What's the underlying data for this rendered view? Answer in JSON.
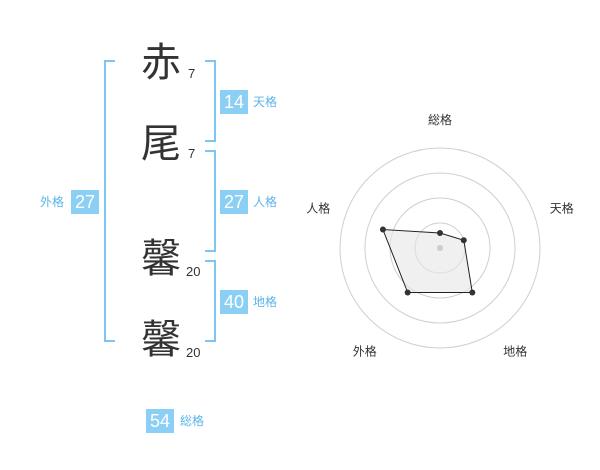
{
  "name": {
    "chars": [
      {
        "char": "赤",
        "strokes": "7"
      },
      {
        "char": "尾",
        "strokes": "7"
      },
      {
        "char": "馨",
        "strokes": "20"
      },
      {
        "char": "馨",
        "strokes": "20"
      }
    ]
  },
  "fortune": {
    "tenkaku": {
      "value": "14",
      "label": "天格"
    },
    "jinkaku": {
      "value": "27",
      "label": "人格"
    },
    "chikaku": {
      "value": "40",
      "label": "地格"
    },
    "gaikaku": {
      "value": "27",
      "label": "外格"
    },
    "soukaku": {
      "value": "54",
      "label": "総格"
    }
  },
  "colors": {
    "accent": "#8ccff5",
    "bracket": "#7cc6f2",
    "label": "#5ab4ea"
  },
  "chart_data": {
    "type": "radar",
    "axes": [
      "総格",
      "天格",
      "地格",
      "外格",
      "人格"
    ],
    "values": [
      0.15,
      0.25,
      0.55,
      0.55,
      0.6
    ],
    "rings": 4,
    "max": 1
  }
}
